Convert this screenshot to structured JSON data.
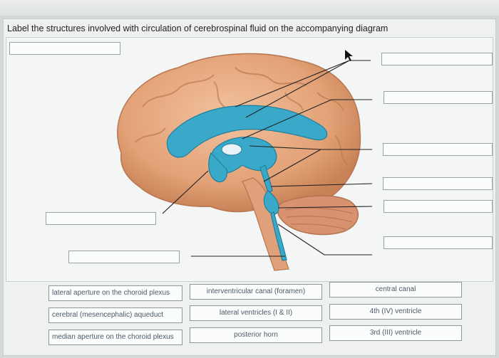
{
  "instruction": "Label the structures involved with circulation of cerebrospinal fluid on the accompanying diagram",
  "diagram": {
    "brain_color": "#e8a47c",
    "ventricle_color": "#3aa9c9"
  },
  "answer_bank": [
    "lateral aperture on the choroid plexus",
    "interventricular canal (foramen)",
    "central canal",
    "cerebral (mesencephalic) aqueduct",
    "lateral ventricles (I & II)",
    "4th (IV) ventricle",
    "median aperture on the choroid plexus",
    "posterior horn",
    "3rd (III) ventricle"
  ]
}
